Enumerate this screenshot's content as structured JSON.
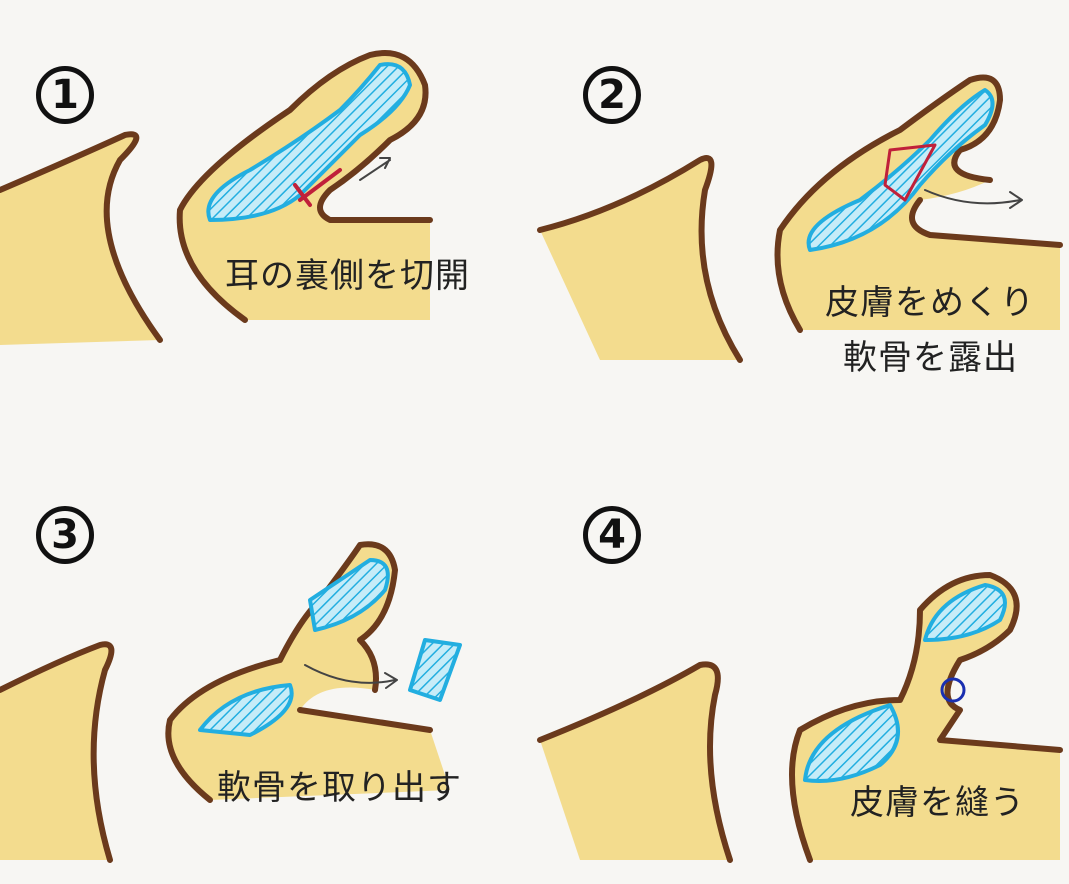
{
  "steps": [
    {
      "number": "1",
      "caption": "耳の裏側を切開"
    },
    {
      "number": "2",
      "caption_line1": "皮膚をめくり",
      "caption_line2": "軟骨を露出"
    },
    {
      "number": "3",
      "caption": "軟骨を取り出す"
    },
    {
      "number": "4",
      "caption": "皮膚を縫う"
    }
  ],
  "colors": {
    "skin": "#f3dc8e",
    "outline": "#6b3a1c",
    "cartilage": "#22aee0",
    "incision": "#c0203a",
    "suture": "#1a2fb0"
  }
}
